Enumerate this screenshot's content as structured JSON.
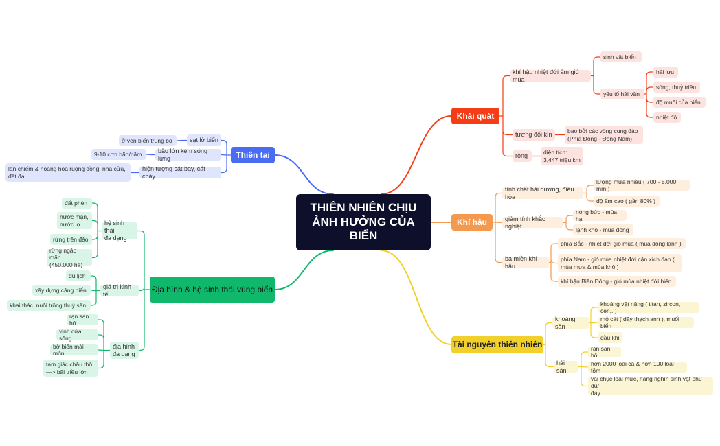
{
  "center": {
    "title": "THIÊN NHIÊN CHỊU ẢNH HƯỞNG CỦA BIỂN"
  },
  "colors": {
    "red": "#f43d16",
    "orange": "#f39a50",
    "yellow": "#f2d02b",
    "blue": "#4a6cf2",
    "green": "#10b86c",
    "center": "#0d0f2b"
  },
  "branches": {
    "khai_quat": {
      "label": "Khái quát",
      "khi_hau": "khí hậu nhiệt đới ẩm gió mùa",
      "sinh_vat": "sinh vật biển",
      "yeu_to": "yếu tố hải văn",
      "hai_luu": "hải lưu",
      "song": "sóng, thuỷ triều",
      "do_muoi": "độ muối của biển",
      "nhiet_do": "nhiệt độ",
      "tuong_doi_kin": "tương đối kín",
      "bao_boi": "bao bởi các vòng cung đảo\n(Phía Đông - Đông Nam)",
      "rong": "rộng",
      "dien_tich": "diện tích:\n3,447 triệu km"
    },
    "khi_hau": {
      "label": "Khí hậu",
      "tinh_chat": "tính chất hải dương, điều hòa",
      "luong_mua": "lượng mưa nhiều ( 700 - 5.000 mm )",
      "do_am": "độ ẩm cao ( gần 80% )",
      "giam_tinh": "giảm tính khắc nghiệt",
      "nong_buc": "nóng bức - mùa hạ",
      "lanh_kho": "lạnh khô - mùa đông",
      "ba_mien": "ba miền khí hậu",
      "phia_bac": "phía Bắc - nhiệt đới gió mùa ( mùa đông lạnh )",
      "phia_nam": "phía Nam - gió mùa nhiệt đới cận xích đạo (\nmùa mưa & mùa khô )",
      "bien_dong": "khí hậu Biển Đông - gió mùa nhiệt đới biển"
    },
    "tai_nguyen": {
      "label": "Tài nguyên thiên nhiên",
      "khoang_san": "khoáng sản",
      "khoang_vat": "khoáng vật nặng ( titan, zircon, ceri,..)",
      "mo_cat": "mỏ cát ( dây thạch anh ), muối biển",
      "dau_khi": "dầu khí",
      "hai_san": "hải sản",
      "ran_san_ho": "rạn san hô",
      "loai_ca": "hơn 2000 loài cá & hơn 100 loài tôm",
      "vai_chuc": "vài chục loài mực, hàng nghìn sinh vật phù du/\nđáy"
    },
    "thien_tai": {
      "label": "Thiên tai",
      "sat_lo": "sạt lở biển",
      "o_ven_bien": "ở ven biển trung bộ",
      "bao_lon": "bão lớn kèm sóng lừng",
      "so_con_bao": "9-10 cơn bão/năm",
      "cat_bay": "hiện tượng cát bay, cát chảy",
      "lan_chiem": "lấn chiếm & hoang hóa ruộng đồng, nhà cửa,\nđất đai"
    },
    "dia_hinh": {
      "label": "Địa hình & hệ sinh thái vùng biển",
      "he_sinh_thai": "hệ sinh thái\nđa dạng",
      "dat_phen": "đất phèn",
      "nuoc_man": "nước mặn,\nnước lợ",
      "rung_tren_dao": "rừng trên đảo",
      "rung_ngap_man": "rừng ngập mặn\n(450.000 ha)",
      "gia_tri": "giá trị kinh tế",
      "du_lich": "du lịch",
      "cang_bien": "xây dựng cảng biển",
      "khai_thac": "khai thác, nuôi trồng thuỷ sản",
      "dia_hinh_dd": "địa hình\nđa dạng",
      "ran_san_ho": "rạn san hô",
      "vinh_cua_song": "vịnh cửa sông",
      "bo_bien": "bờ biển mài mòn",
      "tam_giac": "tam giác châu thổ\n—> bãi triều lớn"
    }
  }
}
